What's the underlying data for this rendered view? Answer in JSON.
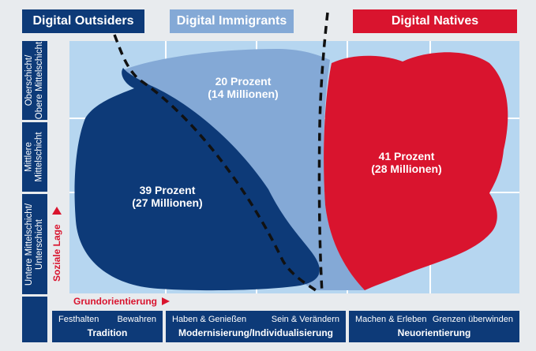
{
  "groups": {
    "outsiders": "Digital Outsiders",
    "immigrants": "Digital Immigrants",
    "natives": "Digital Natives"
  },
  "y_labels": {
    "upper": [
      "Oberschicht/",
      "Obere Mittelschicht"
    ],
    "middle": [
      "Mittlere",
      "Mittelschicht"
    ],
    "lower": [
      "Untere Mittelschicht/",
      "Unterschicht"
    ]
  },
  "axis": {
    "y_title": "Soziale Lage",
    "x_title": "Grundorientierung"
  },
  "segments": {
    "immigrants": [
      "20 Prozent",
      "(14 Millionen)"
    ],
    "outsiders": [
      "39 Prozent",
      "(27 Millionen)"
    ],
    "natives": [
      "41 Prozent",
      "(28 Millionen)"
    ]
  },
  "bottom": {
    "tradition": {
      "items": [
        "Festhalten",
        "Bewahren"
      ],
      "title": "Tradition"
    },
    "modern": {
      "items": [
        "Haben & Genießen",
        "Sein & Verändern"
      ],
      "title": "Modernisierung/Individualisierung"
    },
    "neu": {
      "items": [
        "Machen & Erleben",
        "Grenzen überwinden"
      ],
      "title": "Neuorientierung"
    }
  },
  "colors": {
    "outsiders": "#0d3a78",
    "immigrants": "#84a9d6",
    "natives": "#d9142e",
    "grid": "#b6d6f0"
  }
}
